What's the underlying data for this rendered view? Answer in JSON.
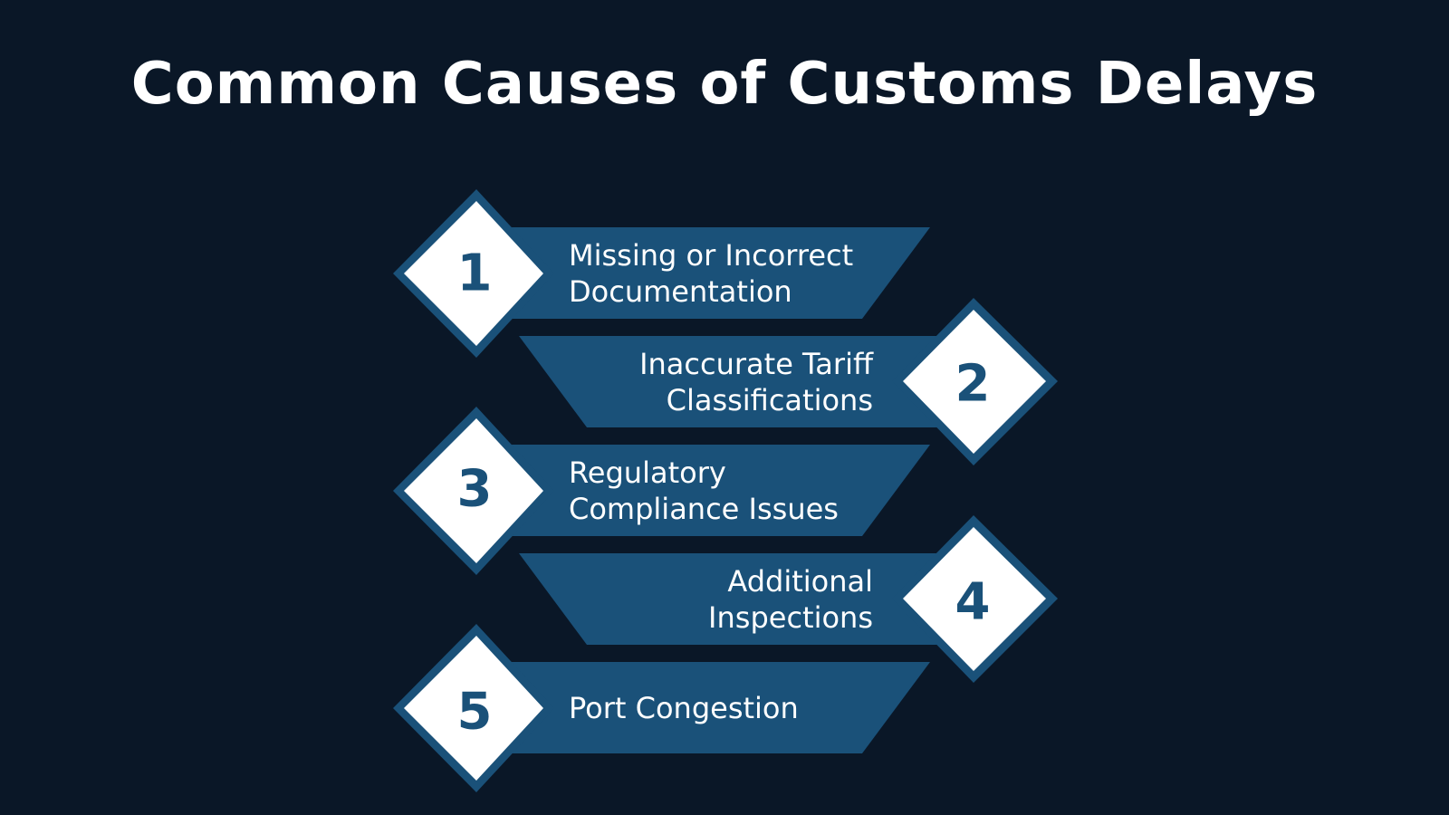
{
  "title": "Common Causes of Customs Delays",
  "colors": {
    "background": "#0a1727",
    "accent": "#1a5179",
    "diamond": "#ffffff",
    "text": "#ffffff"
  },
  "items": [
    {
      "number": "1",
      "line1": "Missing or Incorrect",
      "line2": "Documentation"
    },
    {
      "number": "2",
      "line1": "Inaccurate Tariff",
      "line2": "Classifications"
    },
    {
      "number": "3",
      "line1": "Regulatory",
      "line2": "Compliance Issues"
    },
    {
      "number": "4",
      "line1": "Additional",
      "line2": "Inspections"
    },
    {
      "number": "5",
      "line1": "Port Congestion",
      "line2": ""
    }
  ]
}
